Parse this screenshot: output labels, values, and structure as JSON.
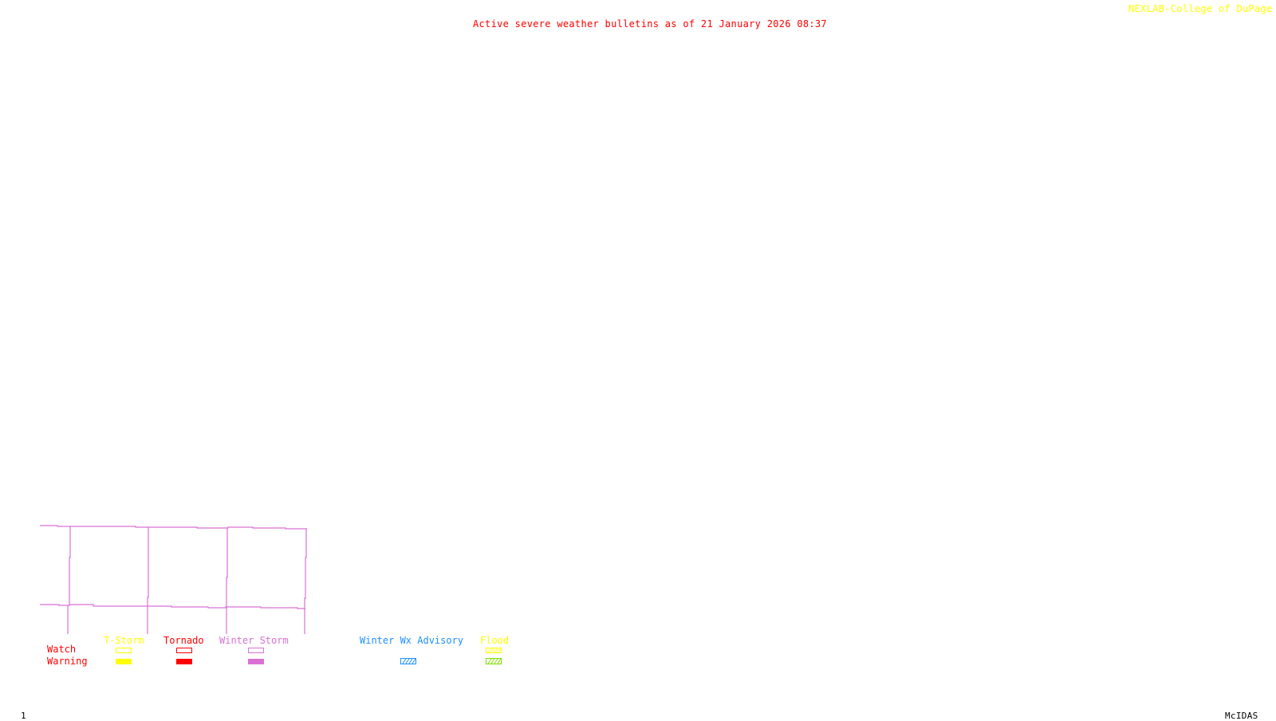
{
  "header": {
    "title": "Active severe weather bulletins as of 21 January 2026 08:37",
    "credit": "NEXLAB-College of DuPage",
    "credit_icon": "arrow-cursor-icon"
  },
  "footer": {
    "frame_number": "1",
    "software": "McIDAS"
  },
  "map": {
    "description": "County boundary outlines (partial view)",
    "line_color": "#da70d6"
  },
  "legend": {
    "rows": {
      "watch": "Watch",
      "warning": "Warning"
    },
    "categories": [
      {
        "id": "tstorm",
        "label": "T-Storm",
        "color": "#ffff00",
        "watch_style": "outline",
        "warning_style": "solid"
      },
      {
        "id": "tornado",
        "label": "Tornado",
        "color": "#ff0000",
        "watch_style": "outline",
        "warning_style": "solid"
      },
      {
        "id": "winter-storm",
        "label": "Winter Storm",
        "color": "#da70d6",
        "watch_style": "outline",
        "warning_style": "solid"
      },
      {
        "id": "winter-wx-advisory",
        "label": "Winter Wx Advisory",
        "color": "#1e90ff",
        "watch_style": "none",
        "warning_style": "hatched"
      },
      {
        "id": "flood",
        "label": "Flood",
        "color": "#ffff00",
        "warning_color": "#7fdd00",
        "watch_style": "hatched",
        "warning_style": "hatched"
      }
    ]
  }
}
